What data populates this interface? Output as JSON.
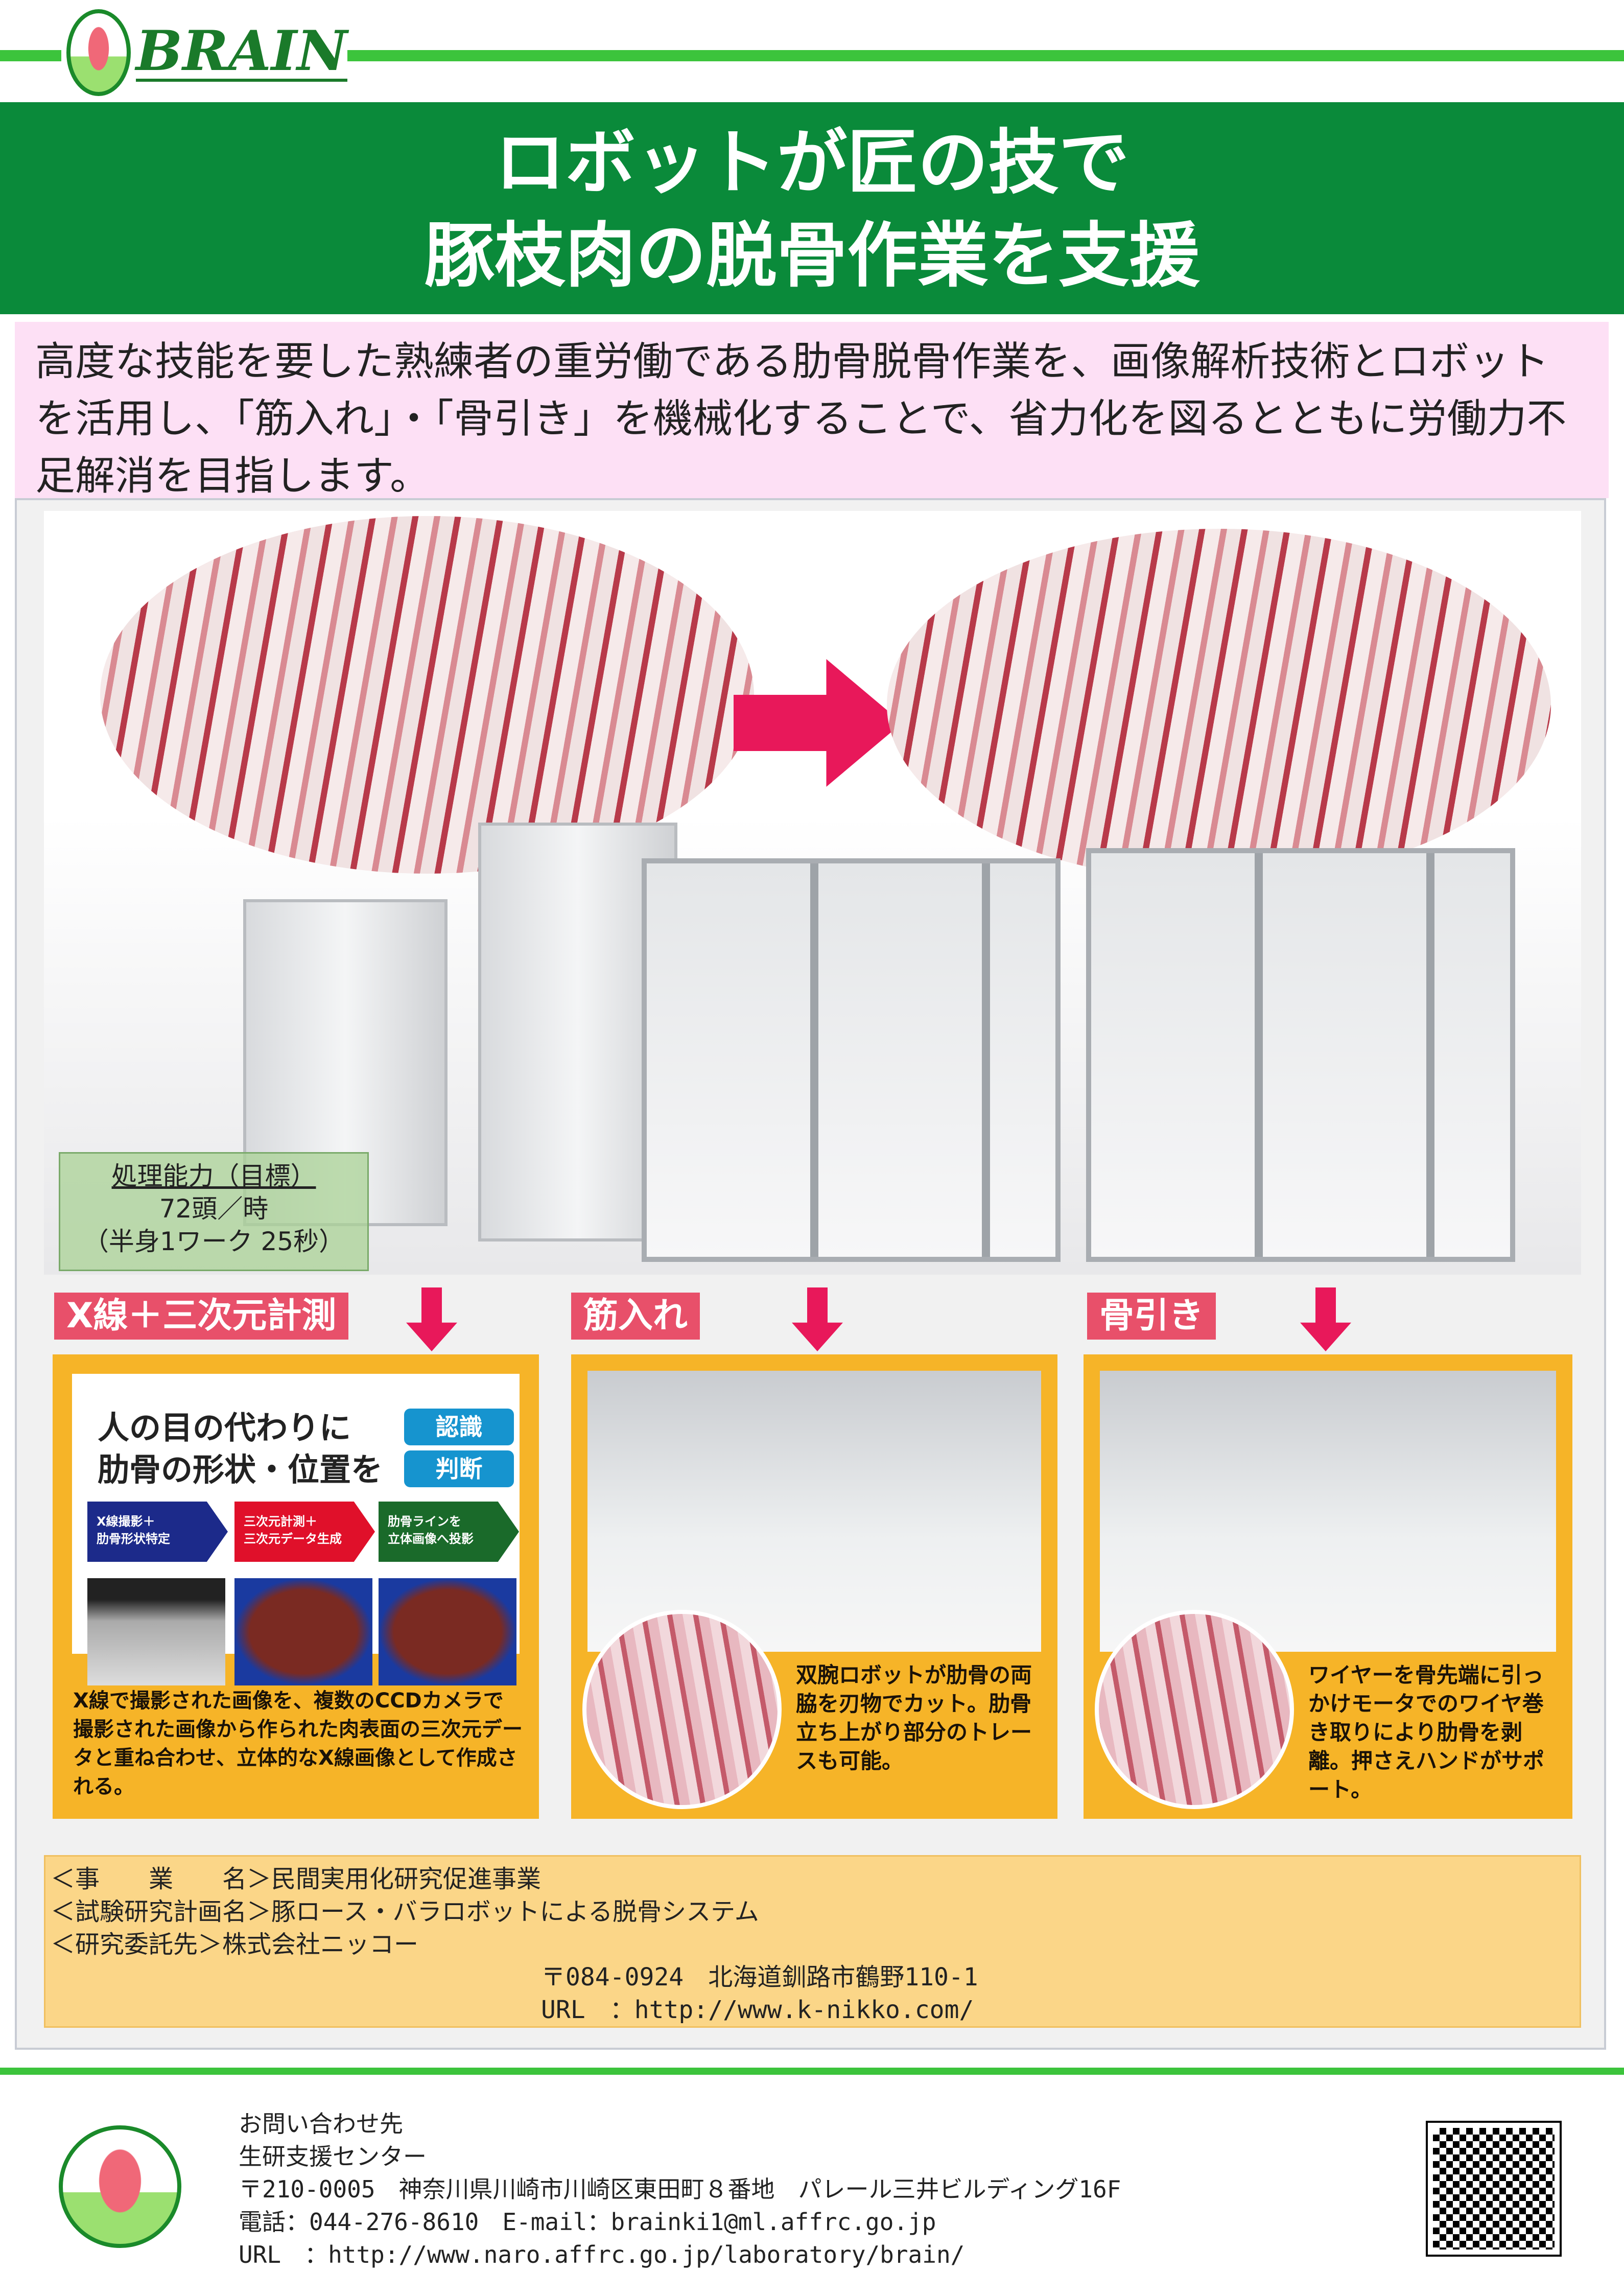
{
  "header": {
    "brand": "BRAIN",
    "title_line1": "ロボットが匠の技で",
    "title_line2": "豚枝肉の脱骨作業を支援"
  },
  "intro": "高度な技能を要した熟練者の重労働である肋骨脱骨作業を、画像解析技術とロボットを活用し、「筋入れ」・「骨引き」を機械化することで、省力化を図るとともに労働力不足解消を目指します。",
  "capacity": {
    "label": "処理能力（目標）",
    "value": "72頭／時",
    "note": "（半身1ワーク 25秒）"
  },
  "sections": [
    {
      "label": "X線＋三次元計測",
      "headline1": "人の目の代わりに",
      "headline2": "肋骨の形状・位置を",
      "tags": [
        "認識",
        "判断"
      ],
      "steps": [
        {
          "line1": "X線撮影＋",
          "line2": "肋骨形状特定",
          "color": "#1c2a8a"
        },
        {
          "line1": "三次元計測＋",
          "line2": "三次元データ生成",
          "color": "#e0102a"
        },
        {
          "line1": "肋骨ラインを",
          "line2": "立体画像へ投影",
          "color": "#1a6a2a"
        }
      ],
      "text": "X線で撮影された画像を、複数のCCDカメラで撮影された画像から作られた肉表面の三次元データと重ね合わせ、立体的なX線画像として作成される。"
    },
    {
      "label": "筋入れ",
      "text": "双腕ロボットが肋骨の両脇を刃物でカット。肋骨立ち上がり部分のトレースも可能。"
    },
    {
      "label": "骨引き",
      "text": "ワイヤーを骨先端に引っかけモータでのワイヤ巻き取りにより肋骨を剥離。押さえハンドがサポート。"
    }
  ],
  "info": {
    "line1": "＜事　　業　　名＞民間実用化研究促進事業",
    "line2": "＜試験研究計画名＞豚ロース・バラロボットによる脱骨システム",
    "line3": "＜研究委託先＞株式会社ニッコー",
    "line4": "〒084-0924　北海道釧路市鶴野110-1",
    "line5": "URL　：http://www.k-nikko.com/"
  },
  "footer": {
    "line1": "お問い合わせ先",
    "line2": "生研支援センター",
    "line3": "〒210-0005　神奈川県川崎市川崎区東田町８番地　パレール三井ビルディング16F",
    "line4": "電話：044-276-8610　E-mail：brainki1@ml.affrc.go.jp",
    "line5": "URL　：http://www.naro.affrc.go.jp/laboratory/brain/"
  },
  "colors": {
    "green": "#0a8a3a",
    "pink": "#e8506a",
    "orange": "#f6b428"
  }
}
